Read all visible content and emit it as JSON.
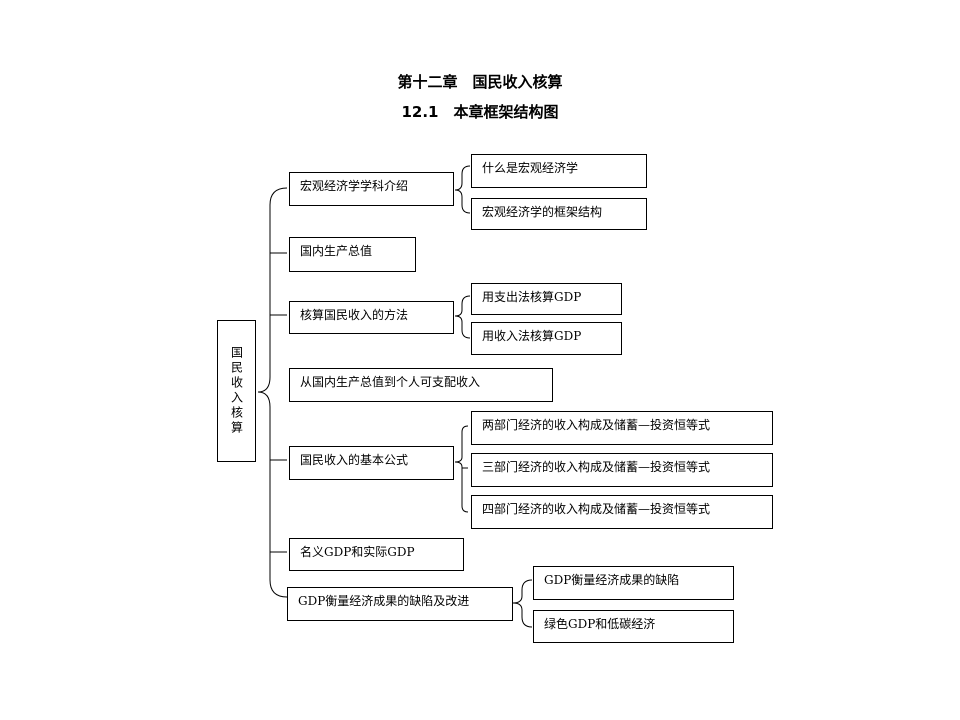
{
  "title": "第十二章　国民收入核算",
  "subtitle": "12.1　本章框架结构图",
  "root": "国民收入核算",
  "nodes": {
    "n1": "宏观经济学学科介绍",
    "n1a": "什么是宏观经济学",
    "n1b": "宏观经济学的框架结构",
    "n2": "国内生产总值",
    "n3": "核算国民收入的方法",
    "n3a": "用支出法核算GDP",
    "n3b": "用收入法核算GDP",
    "n4": "从国内生产总值到个人可支配收入",
    "n5": "国民收入的基本公式",
    "n5a": "两部门经济的收入构成及储蓄—投资恒等式",
    "n5b": "三部门经济的收入构成及储蓄—投资恒等式",
    "n5c": "四部门经济的收入构成及储蓄—投资恒等式",
    "n6": "名义GDP和实际GDP",
    "n7": "GDP衡量经济成果的缺陷及改进",
    "n7a": "GDP衡量经济成果的缺陷",
    "n7b": "绿色GDP和低碳经济"
  }
}
